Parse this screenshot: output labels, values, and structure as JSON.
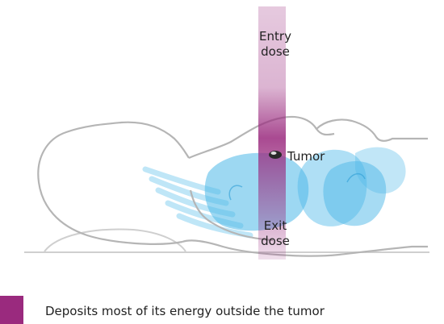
{
  "labels": {
    "entry_line1": "Entry",
    "entry_line2": "dose",
    "tumor": "Tumor",
    "exit_line1": "Exit",
    "exit_line2": "dose"
  },
  "legend": {
    "text": "Deposits most of its energy outside the tumor",
    "swatch_color": "#9a2a7e"
  },
  "colors": {
    "beam": "#9a2a7e",
    "organ": "#4db8e8",
    "outline": "#b5b5b5"
  }
}
